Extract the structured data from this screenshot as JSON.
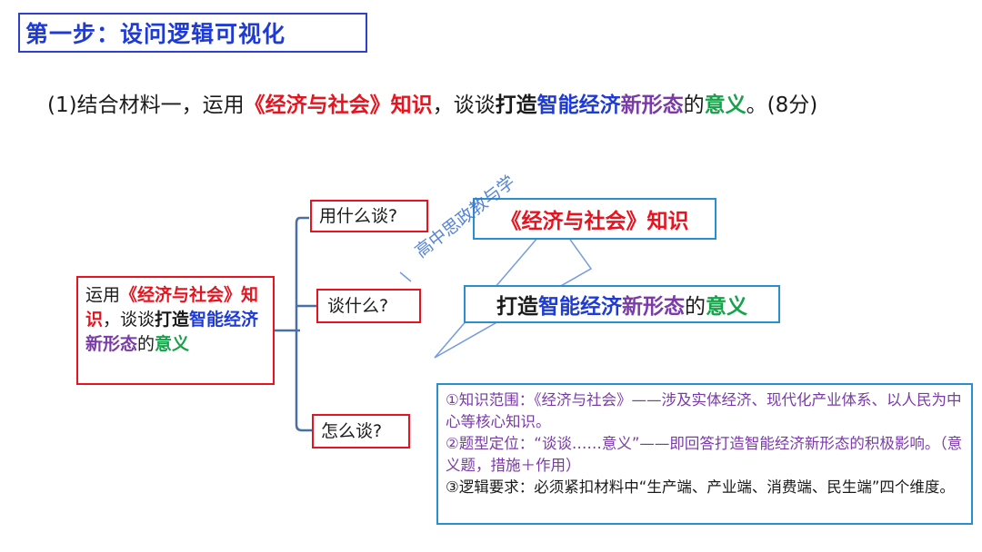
{
  "header": {
    "step_title": "第一步：设问逻辑可视化"
  },
  "question": {
    "part1": "(1)结合材料一，运用",
    "part2": "《经济与社会》知识",
    "part3": "，谈谈",
    "part4": "打造",
    "part5": "智能经济",
    "part6": "新形态",
    "part7": "的",
    "part8": "意义",
    "part9": "。(8分)"
  },
  "root": {
    "t1": "运用",
    "t2": "《经济与社会》知识",
    "t3": "，谈谈",
    "t4": "打造",
    "t5": "智能经济",
    "t6": "新形态",
    "t7": "的",
    "t8": "意义"
  },
  "branches": {
    "q1": "用什么谈?",
    "q2": "谈什么?",
    "q3": "怎么谈?"
  },
  "answers": {
    "a1": "《经济与社会》知识",
    "a2": {
      "t1": "打造",
      "t2": "智能经济",
      "t3": "新形态",
      "t4": "的",
      "t5": "意义"
    },
    "a3": {
      "line1": "①知识范围：《经济与社会》——涉及实体经济、现代化产业体系、以人民为中心等核心知识。",
      "line2": "②题型定位：“谈谈……意义”——即回答打造智能经济新形态的积极影响。（意义题，措施＋作用）",
      "line3": "③逻辑要求：必须紧扣材料中“生产端、产业端、消费端、民生端”四个维度。"
    }
  },
  "watermark": "高中思政教与学",
  "colors": {
    "red": "#e8131e",
    "blue": "#1f3bd6",
    "purple": "#7a3aa8",
    "green": "#15a34a",
    "frame_blue": "#2a8fd0"
  }
}
